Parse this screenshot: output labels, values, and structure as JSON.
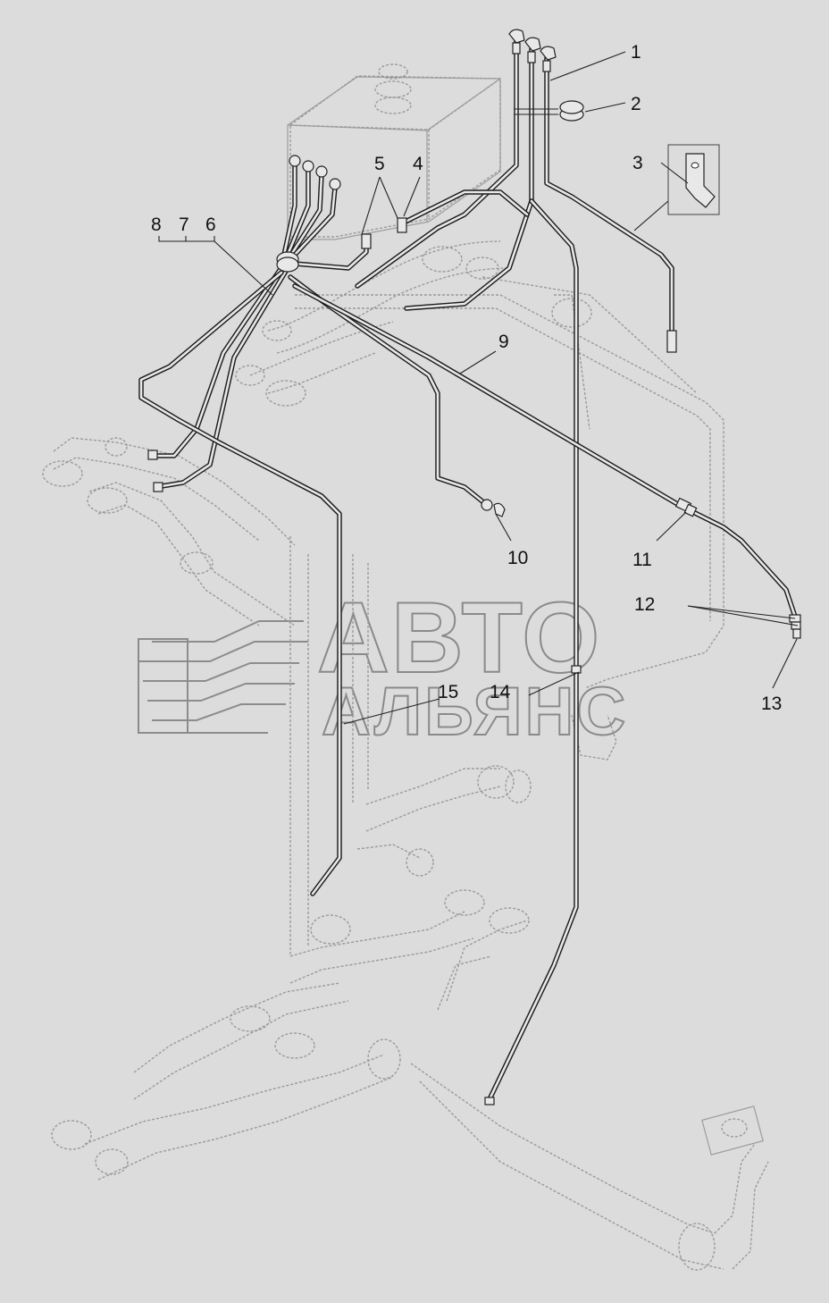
{
  "watermark": {
    "line1": "АВТО",
    "line2": "АЛЬЯНС"
  },
  "callouts": [
    {
      "id": "1",
      "text": "1"
    },
    {
      "id": "2",
      "text": "2"
    },
    {
      "id": "3",
      "text": "3"
    },
    {
      "id": "4",
      "text": "4"
    },
    {
      "id": "5",
      "text": "5"
    },
    {
      "id": "6",
      "text": "6"
    },
    {
      "id": "7",
      "text": "7"
    },
    {
      "id": "8",
      "text": "8"
    },
    {
      "id": "9",
      "text": "9"
    },
    {
      "id": "10",
      "text": "10"
    },
    {
      "id": "11",
      "text": "11"
    },
    {
      "id": "12",
      "text": "12"
    },
    {
      "id": "13",
      "text": "13"
    },
    {
      "id": "14",
      "text": "14"
    },
    {
      "id": "15",
      "text": "15"
    }
  ],
  "colors": {
    "background": "#dcdcdc",
    "pipe": "#1e1e1e",
    "ghost_lines": "#9a9a9a",
    "text": "#111111"
  }
}
